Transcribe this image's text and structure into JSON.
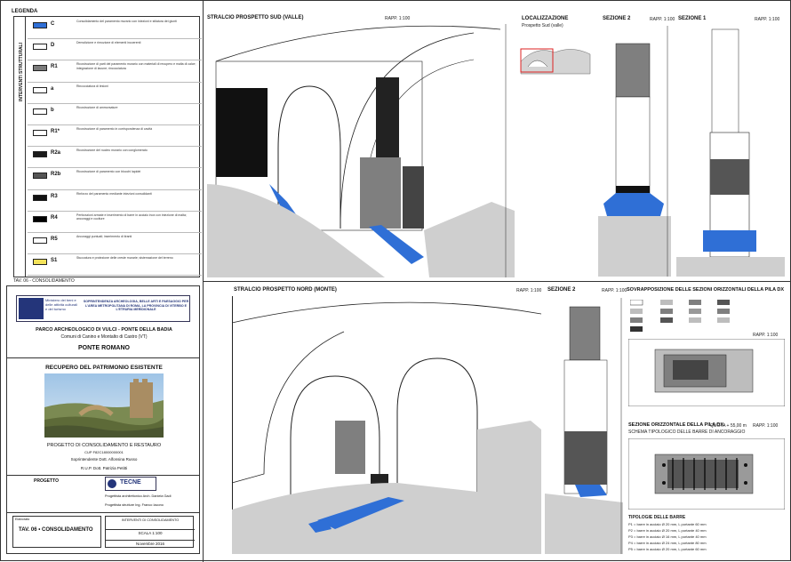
{
  "legend": {
    "title": "LEGENDA",
    "vertical_label": "INTERVENTI STRUTTURALI",
    "rows": [
      {
        "code": "C",
        "color": "#2f6fd6",
        "desc": "Consolidamento del paramento murario con iniezioni e stilatura dei giunti"
      },
      {
        "code": "D",
        "color": "#ffffff",
        "desc": "Demolizione e rimozione di elementi incoerenti"
      },
      {
        "code": "R1",
        "color": "#7a7a7a",
        "desc": "Ricostruzione di parti del paramento murario con materiali di recupero e malta di calce; integrazione di lacune; rincocciatura"
      },
      {
        "code": "a",
        "color": "#ffffff",
        "desc": "Rincocciatura di lesioni"
      },
      {
        "code": "b",
        "color": "#ffffff",
        "desc": "Ricostruzione di ammorsature"
      },
      {
        "code": "R1*",
        "color": "#ffffff",
        "desc": "Ricostruzione di paramento in corrispondenza di cavità"
      },
      {
        "code": "R2a",
        "color": "#1a1a1a",
        "desc": "Ricostruzione del nucleo murario con conglomerato"
      },
      {
        "code": "R2b",
        "color": "#555555",
        "desc": "Ricostruzione di paramento con blocchi lapidei"
      },
      {
        "code": "R3",
        "color": "#111111",
        "desc": "Rinforzo del paramento mediante iniezioni consolidanti"
      },
      {
        "code": "R4",
        "color": "#000000",
        "desc": "Perforazioni armate e inserimento di barre in acciaio inox con iniezione di malta; ancoraggi e cuciture"
      },
      {
        "code": "R5",
        "color": "#ffffff",
        "desc": "Ancoraggi puntuali; inserimento di tiranti"
      },
      {
        "code": "S1",
        "color": "#f3e25a",
        "desc": "Stuccatura e protezione delle creste murarie; sistemazione del terreno"
      }
    ],
    "footnote": "TAV. 06 - CONSOLIDAMENTO"
  },
  "titleblock": {
    "ministry": "Ministero dei beni e delle attività culturali e del turismo",
    "soprintendenza": "SOPRINTENDENZA ARCHEOLOGIA, BELLE ARTI E PAESAGGIO PER L'AREA METROPOLITANA DI ROMA, LA PROVINCIA DI VITERBO E L'ETRURIA MERIDIONALE",
    "park": "PARCO ARCHEOLOGICO DI VULCI - PONTE DELLA BADIA",
    "place": "Comuni di Canino e Montalto di Castro (VT)",
    "object": "PONTE ROMANO",
    "subtitle": "RECUPERO DEL PATRIMONIO ESISTENTE",
    "project": "PROGETTO DI CONSOLIDAMENTO E RESTAURO",
    "cup": "CUP F82C18000000001",
    "superintendent": "Soprintendente  Dott. Alfonsina Russo",
    "rup": "R.U.P.  Dott. Patrizia Petitti",
    "progetto_label": "PROGETTO",
    "firm": "TECNE",
    "designer1": "Progettista architettonico Arch. Daniela Gadi",
    "designer2": "Progettista strutture Ing. Franco Iacono",
    "tav_label": "Elaborato",
    "tav": "TAV. 06 • CONSOLIDAMENTO",
    "tav_desc": "INTERVENTI DI CONSOLIDAMENTO",
    "scale": "SCALA 1:100",
    "date": "Novembre 2016"
  },
  "panels": {
    "south": "STRALCIO PROSPETTO SUD (VALLE)",
    "south_scale": "RAPP. 1:100",
    "loc_title": "LOCALIZZAZIONE",
    "loc_sub": "Prospetto Sud (valle)",
    "sec2": "SEZIONE 2",
    "sec2_scale": "RAPP. 1:100",
    "sec1": "SEZIONE 1",
    "sec1_scale": "RAPP. 1:100",
    "north": "STRALCIO PROSPETTO NORD (MONTE)",
    "north_scale": "RAPP. 1:100",
    "sec2b": "SEZIONE 2",
    "sec2b_scale": "RAPP. 1:100",
    "overlay": "SOVRAPPOSIZIONE DELLE SEZIONI ORIZZONTALI DELLA PILA DX",
    "overlay_scale": "RAPP. 1:100",
    "hsec": "SEZIONE ORIZZONTALE DELLA PILA DX",
    "hsec_quota": "QUOTA + 55,00 m",
    "hsec_scale": "RAPP. 1:100",
    "hsec_sub": "SCHEMA TIPOLOGICO DELLE BARRE DI ANCORAGGIO",
    "bars_title": "TIPOLOGIE DELLE BARRE",
    "bars": [
      "P1 = barre in acciaio Ø 20 mm, L portante 60 mm",
      "P2 = barre in acciaio Ø 20 mm, L portante 40 mm",
      "P3 = barre in acciaio Ø 16 mm, L portante 40 mm",
      "P4 = barre in acciaio Ø 24 mm, L portante 80 mm",
      "P5 = barre in acciaio Ø 20 mm, L portante 60 mm"
    ]
  },
  "colors": {
    "blue": "#2f6fd6",
    "gray": "#bdbdbd",
    "dark": "#1a1a1a",
    "mid": "#7f7f7f"
  }
}
